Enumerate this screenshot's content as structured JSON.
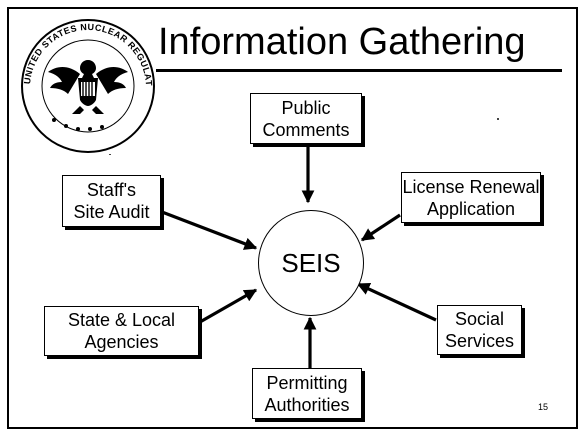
{
  "slide": {
    "title": "Information Gathering",
    "page_number": "15",
    "seal_text": "UNITED STATES NUCLEAR REGULATORY COMMISSION"
  },
  "diagram": {
    "center": "SEIS",
    "nodes": {
      "public_comments": "Public\nComments",
      "license_renewal_application": "License Renewal\nApplication",
      "staffs_site_audit": "Staff's\nSite Audit",
      "state_local_agencies": "State & Local\nAgencies",
      "social_services": "Social\nServices",
      "permitting_authorities": "Permitting\nAuthorities"
    }
  }
}
